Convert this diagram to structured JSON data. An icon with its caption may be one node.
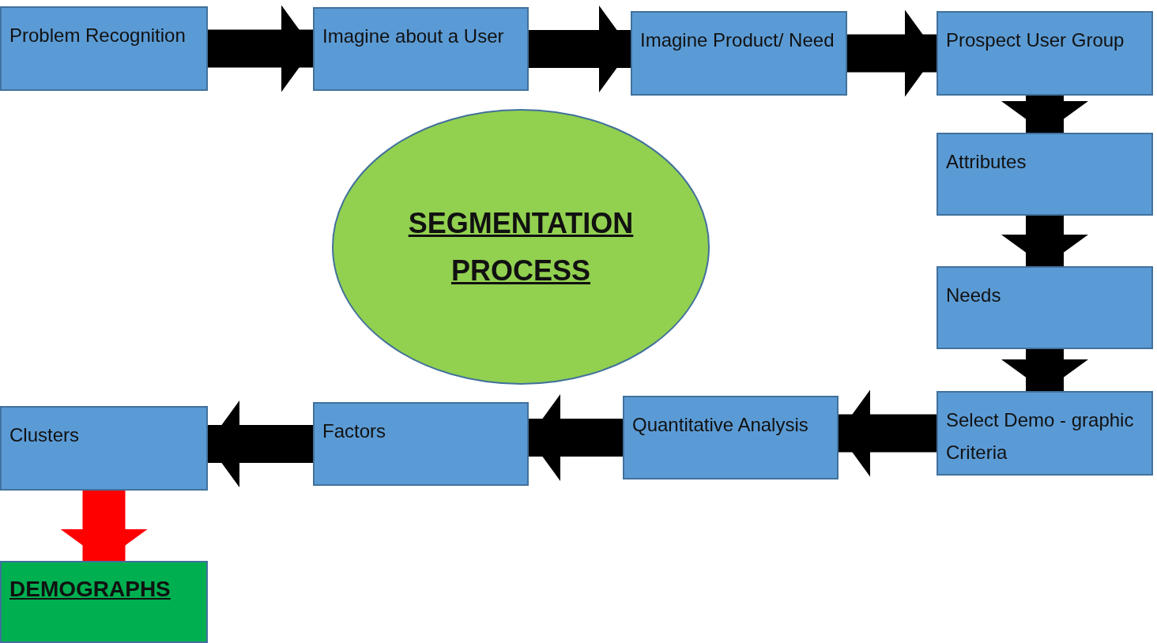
{
  "diagram": {
    "nodes": [
      {
        "text": [
          "Problem Recognition"
        ]
      },
      {
        "text": [
          "Imagine about a User"
        ]
      },
      {
        "text": [
          "Imagine Product/ Need"
        ]
      },
      {
        "text": [
          "Prospect User Group"
        ]
      },
      {
        "text": [
          "Attributes"
        ]
      },
      {
        "text": [
          "Needs"
        ]
      },
      {
        "text": [
          "Select Demo - graphic Criteria"
        ]
      },
      {
        "text": [
          "Quantitative Analysis"
        ]
      },
      {
        "text": [
          "Factors"
        ]
      },
      {
        "text": [
          "Clusters"
        ]
      },
      {
        "text": [
          "DEMOGRAPHS"
        ]
      },
      {
        "text": [
          "SEGMENTATION PROCESS"
        ]
      }
    ],
    "edges": [
      {
        "from": 0,
        "to": 1,
        "arrow": "to"
      },
      {
        "from": 1,
        "to": 2,
        "arrow": "to"
      },
      {
        "from": 2,
        "to": 3,
        "arrow": "to"
      },
      {
        "from": 3,
        "to": 4,
        "arrow": "to"
      },
      {
        "from": 4,
        "to": 5,
        "arrow": "to"
      },
      {
        "from": 5,
        "to": 6,
        "arrow": "to"
      },
      {
        "from": 6,
        "to": 7,
        "arrow": "to"
      },
      {
        "from": 7,
        "to": 8,
        "arrow": "to"
      },
      {
        "from": 8,
        "to": 9,
        "arrow": "to"
      },
      {
        "from": 9,
        "to": 10,
        "arrow": "to",
        "color": "#ff0000"
      }
    ]
  }
}
